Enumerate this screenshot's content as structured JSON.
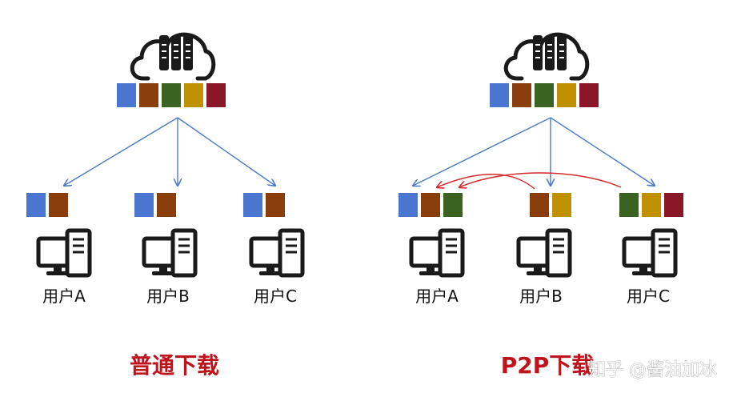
{
  "colors": {
    "block_blue": "#4a76cf",
    "block_brown": "#8a3e0e",
    "block_green": "#3a6322",
    "block_gold": "#bf9000",
    "block_red": "#8b1628",
    "arrow_blue": "#4a7bc8",
    "arrow_red": "#d42a2a",
    "title_red": "#c0141c",
    "icon_dark": "#1a1a1a"
  },
  "left": {
    "title": "普通下载",
    "server_blocks": [
      "blue",
      "brown",
      "green",
      "gold",
      "red"
    ],
    "users": [
      {
        "label": "用户A",
        "blocks": [
          "blue",
          "brown"
        ]
      },
      {
        "label": "用户B",
        "blocks": [
          "blue",
          "brown"
        ]
      },
      {
        "label": "用户C",
        "blocks": [
          "blue",
          "brown"
        ]
      }
    ]
  },
  "right": {
    "title": "P2P下载",
    "server_blocks": [
      "blue",
      "brown",
      "green",
      "gold",
      "red"
    ],
    "users": [
      {
        "label": "用户A",
        "blocks": [
          "blue",
          "brown",
          "green"
        ]
      },
      {
        "label": "用户B",
        "blocks": [
          "brown",
          "gold"
        ]
      },
      {
        "label": "用户C",
        "blocks": [
          "green",
          "gold",
          "red"
        ]
      }
    ]
  },
  "watermark": "知乎 @酱油加冰"
}
